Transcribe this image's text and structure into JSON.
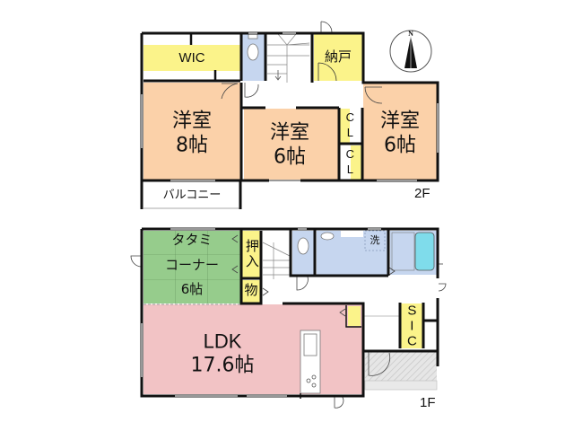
{
  "plan": {
    "floors": [
      {
        "id": "2F",
        "label": "2F",
        "rooms": [
          {
            "id": "wic",
            "name": "WIC",
            "type": "walk-in-closet"
          },
          {
            "id": "nando",
            "name": "納戸",
            "type": "storage"
          },
          {
            "id": "yoshitsu-8",
            "name": "洋室",
            "size": "8帖",
            "type": "western-room"
          },
          {
            "id": "yoshitsu-6a",
            "name": "洋室",
            "size": "6帖",
            "type": "western-room"
          },
          {
            "id": "yoshitsu-6b",
            "name": "洋室",
            "size": "6帖",
            "type": "western-room"
          },
          {
            "id": "cl-1",
            "name": "CL",
            "type": "closet"
          },
          {
            "id": "cl-2",
            "name": "CL",
            "type": "closet"
          },
          {
            "id": "balcony",
            "name": "バルコニー",
            "type": "balcony"
          },
          {
            "id": "toilet-2f",
            "name": "",
            "type": "toilet"
          },
          {
            "id": "stairs-2f",
            "name": "",
            "type": "stairs"
          }
        ]
      },
      {
        "id": "1F",
        "label": "1F",
        "rooms": [
          {
            "id": "tatami",
            "name_line1": "タタミ",
            "name_line2": "コーナー",
            "size": "6帖",
            "type": "tatami-corner"
          },
          {
            "id": "oshiire",
            "name": "押入",
            "type": "closet"
          },
          {
            "id": "mono",
            "name": "物",
            "type": "storage"
          },
          {
            "id": "ldk",
            "name": "LDK",
            "size": "17.6帖",
            "type": "living-dining-kitchen"
          },
          {
            "id": "sentaku",
            "name": "洗",
            "type": "washer"
          },
          {
            "id": "sic",
            "name": "SIC",
            "type": "shoe-in-closet"
          },
          {
            "id": "toilet-1f",
            "name": "",
            "type": "toilet"
          },
          {
            "id": "bath",
            "name": "",
            "type": "bathroom"
          },
          {
            "id": "entrance",
            "name": "",
            "type": "entrance"
          },
          {
            "id": "stairs-1f",
            "name": "",
            "type": "stairs"
          }
        ]
      }
    ],
    "compass": {
      "label": "N",
      "icon": "north-arrow-icon"
    },
    "colors": {
      "western_room": "#fbd1a9",
      "storage_yellow": "#fbf38a",
      "water_blue": "#c6d6ef",
      "tatami_green": "#96cc8c",
      "ldk_pink": "#f2c3c5",
      "bathtub": "#7fdceb",
      "entrance_gray": "#e3e3e3",
      "wall": "#111111"
    }
  }
}
